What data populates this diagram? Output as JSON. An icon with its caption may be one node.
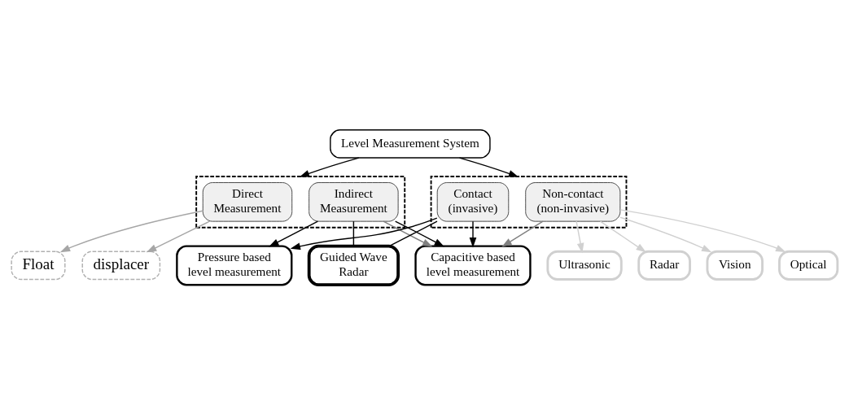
{
  "diagram": {
    "nodes": [
      {
        "text": [
          "Level Measurement System"
        ]
      },
      {
        "text": [],
        "shape": "box"
      },
      {
        "text": [
          "Direct Measurement"
        ],
        "in": 1
      },
      {
        "text": [
          "Indirect Measurement"
        ],
        "in": 1
      },
      {
        "text": [],
        "shape": "box"
      },
      {
        "text": [
          "Non-contact (non-invasive)"
        ],
        "in": 4
      },
      {
        "text": [
          "Contact (invasive)"
        ],
        "in": 4
      },
      {
        "text": [
          "Float"
        ]
      },
      {
        "text": [
          "displacer"
        ]
      },
      {
        "text": [
          "Vision"
        ]
      },
      {
        "text": [
          "Optical"
        ]
      },
      {
        "text": [
          "Ultrasonic"
        ]
      },
      {
        "text": [
          "Radar"
        ]
      },
      {
        "text": [
          "Capacitive based level measurement"
        ]
      },
      {
        "text": [
          "Pressure based level measurement"
        ]
      },
      {
        "text": [
          "Guided Wave Radar"
        ]
      }
    ],
    "edges": [
      {
        "from": 0,
        "to": 1,
        "arrow": "to"
      },
      {
        "from": 0,
        "to": 4,
        "arrow": "to"
      },
      {
        "from": 2,
        "to": 7,
        "arrow": "to",
        "color": "#a6a6a6"
      },
      {
        "from": 2,
        "to": 8,
        "arrow": "to",
        "color": "#a6a6a6"
      },
      {
        "from": 5,
        "to": 9,
        "arrow": "to",
        "color": "#d0d0d0"
      },
      {
        "from": 5,
        "to": 10,
        "arrow": "to",
        "color": "#d0d0d0"
      },
      {
        "from": 5,
        "to": 11,
        "arrow": "to",
        "color": "#d0d0d0"
      },
      {
        "from": 5,
        "to": 12,
        "arrow": "to",
        "color": "#d0d0d0"
      },
      {
        "from": 3,
        "to": 13,
        "arrow": "to",
        "color": "#808080"
      },
      {
        "from": 5,
        "to": 13,
        "arrow": "to",
        "color": "#808080"
      },
      {
        "from": 3,
        "to": 13,
        "arrow": "to"
      },
      {
        "from": 3,
        "to": 14,
        "arrow": "to"
      },
      {
        "from": 3,
        "to": 15,
        "arrow": "none"
      },
      {
        "from": 6,
        "to": 13,
        "arrow": "to"
      },
      {
        "from": 6,
        "to": 14,
        "arrow": "to"
      },
      {
        "from": 6,
        "to": 15,
        "arrow": "none"
      }
    ]
  }
}
